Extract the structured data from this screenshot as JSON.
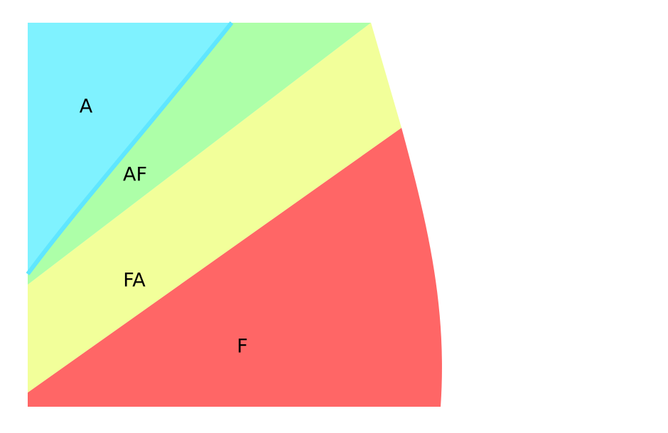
{
  "colors": {
    "background": "#ffffff",
    "region_a": "#7ff2ff",
    "region_a_border": "#5fe6ff",
    "region_af": "#adffa8",
    "region_fa": "#f2ff9a",
    "region_f": "#ff6666",
    "label_text": "#000000"
  },
  "regions": [
    {
      "id": "a",
      "label": "A",
      "color_key": "region_a"
    },
    {
      "id": "af",
      "label": "AF",
      "color_key": "region_af"
    },
    {
      "id": "fa",
      "label": "FA",
      "color_key": "region_fa"
    },
    {
      "id": "f",
      "label": "F",
      "color_key": "region_f"
    }
  ]
}
